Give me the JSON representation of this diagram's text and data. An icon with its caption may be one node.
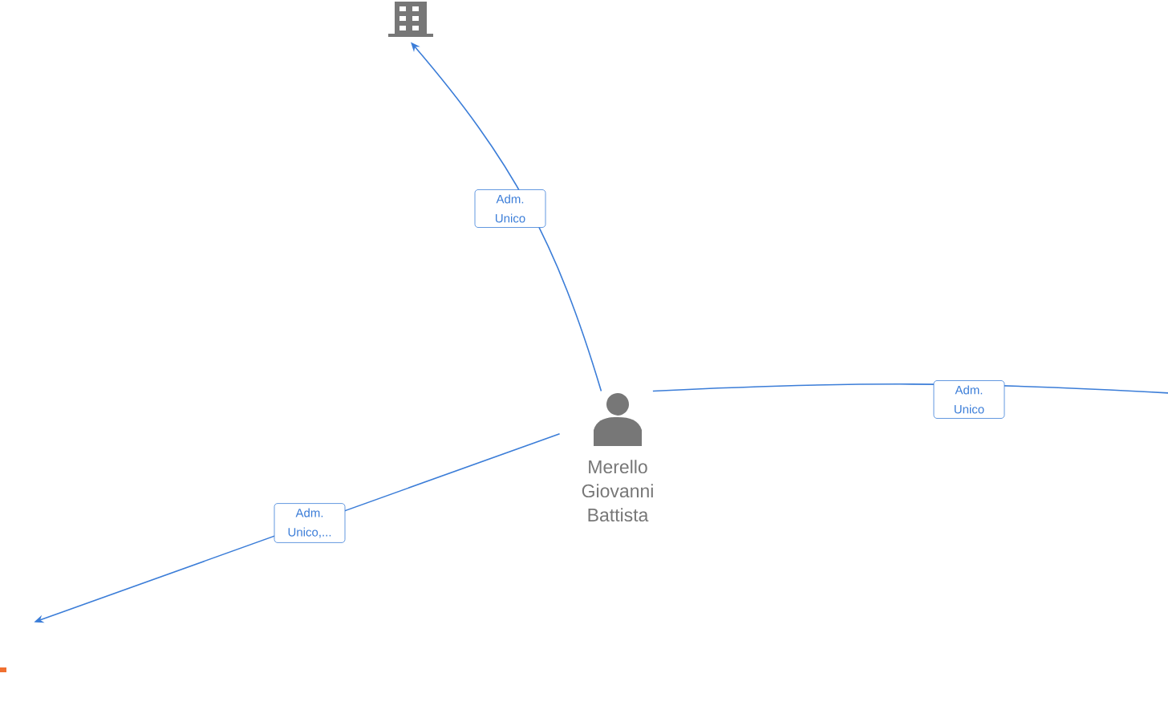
{
  "diagram": {
    "nodes": [
      {
        "text": [
          "Merello Giovanni Battista"
        ]
      },
      {
        "text": [],
        "shape": "building"
      },
      {
        "text": [],
        "shape": "building"
      }
    ],
    "edges": [
      {
        "from": 0,
        "to": 1,
        "arrow": "to",
        "label": "Adm. Unico"
      },
      {
        "from": 0,
        "to": null,
        "arrow": "none",
        "label": "Adm. Unico"
      },
      {
        "from": 0,
        "to": 2,
        "arrow": "to",
        "label": "Adm. Unico,..."
      }
    ]
  }
}
